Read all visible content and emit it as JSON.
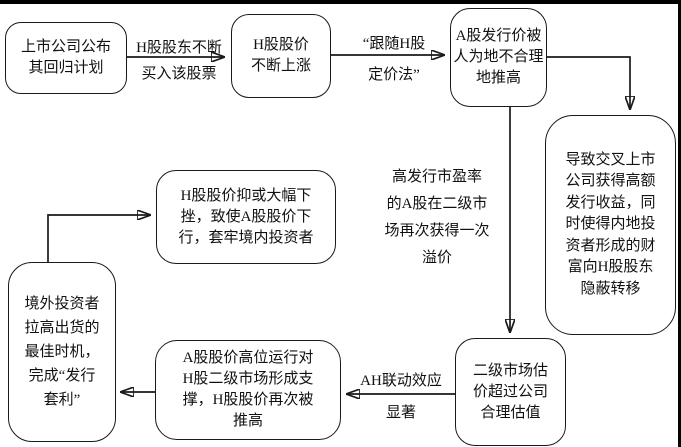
{
  "diagram": {
    "type": "flowchart",
    "language": "zh-CN",
    "nodes": {
      "announce": "上市公司公布\n其回归计划",
      "hprice": "H股股价\n不断上涨",
      "aissue": "A股发行价被\n人为地不合理\n地推高",
      "wealth": "导致交叉上市\n公司获得高额\n发行收益，同\n时使得内地投\n资者形成的财\n富向H股股东\n隐蔽转移",
      "hfall": "H股股价抑或大幅下\n挫，致使A股股价下\n行，套牢境内投资者",
      "foreign": "境外投资者\n拉高出货的\n最佳时机，\n完成“发行\n套利”",
      "asupport": "A股股价高位运行对\nH股二级市场形成支\n撑，H股股价再次被\n推高",
      "secondary": "二级市场估\n价超过公司\n合理估值"
    },
    "edge_labels": {
      "shareholders_line1": "H股股东不断",
      "shareholders_line2": "买入该股票",
      "pricing_line1": "“跟随H股",
      "pricing_line2": "定价法”",
      "premium": "高发行市盈率\n的A股在二级市\n场再次获得一次\n溢价",
      "linkage_line1": "AH联动效应",
      "linkage_line2": "显著"
    },
    "colors": {
      "background": "#ffffff",
      "line": "#1a1a1a",
      "border_bars": "#000000"
    }
  }
}
